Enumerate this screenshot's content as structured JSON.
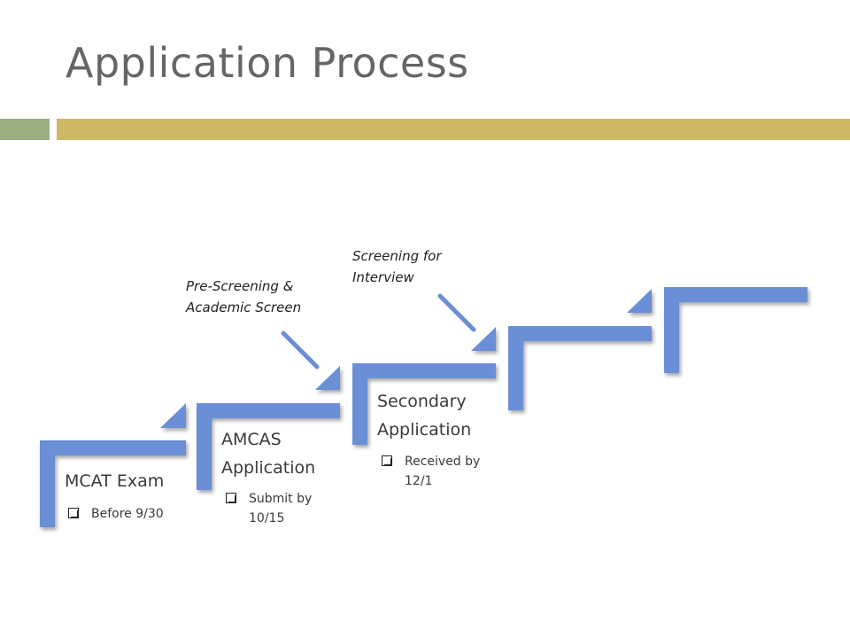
{
  "slide": {
    "title": "Application Process",
    "colors": {
      "title": "#666666",
      "bar_left": "#9aae82",
      "bar_right": "#cdb866",
      "step_fill": "#6a8fd6",
      "arrow": "#6a8fd6",
      "text": "#3a3a3a"
    }
  },
  "steps": [
    {
      "title": "MCAT Exam",
      "bullet": "Before 9/30"
    },
    {
      "title": "AMCAS Application",
      "bullet": "Submit by 10/15"
    },
    {
      "title": "Secondary Application",
      "bullet": "Received by 12/1"
    },
    {
      "title": "",
      "bullet": ""
    },
    {
      "title": "",
      "bullet": ""
    }
  ],
  "annotations": [
    {
      "text": "Pre-Screening & Academic Screen"
    },
    {
      "text": "Screening for Interview"
    }
  ]
}
